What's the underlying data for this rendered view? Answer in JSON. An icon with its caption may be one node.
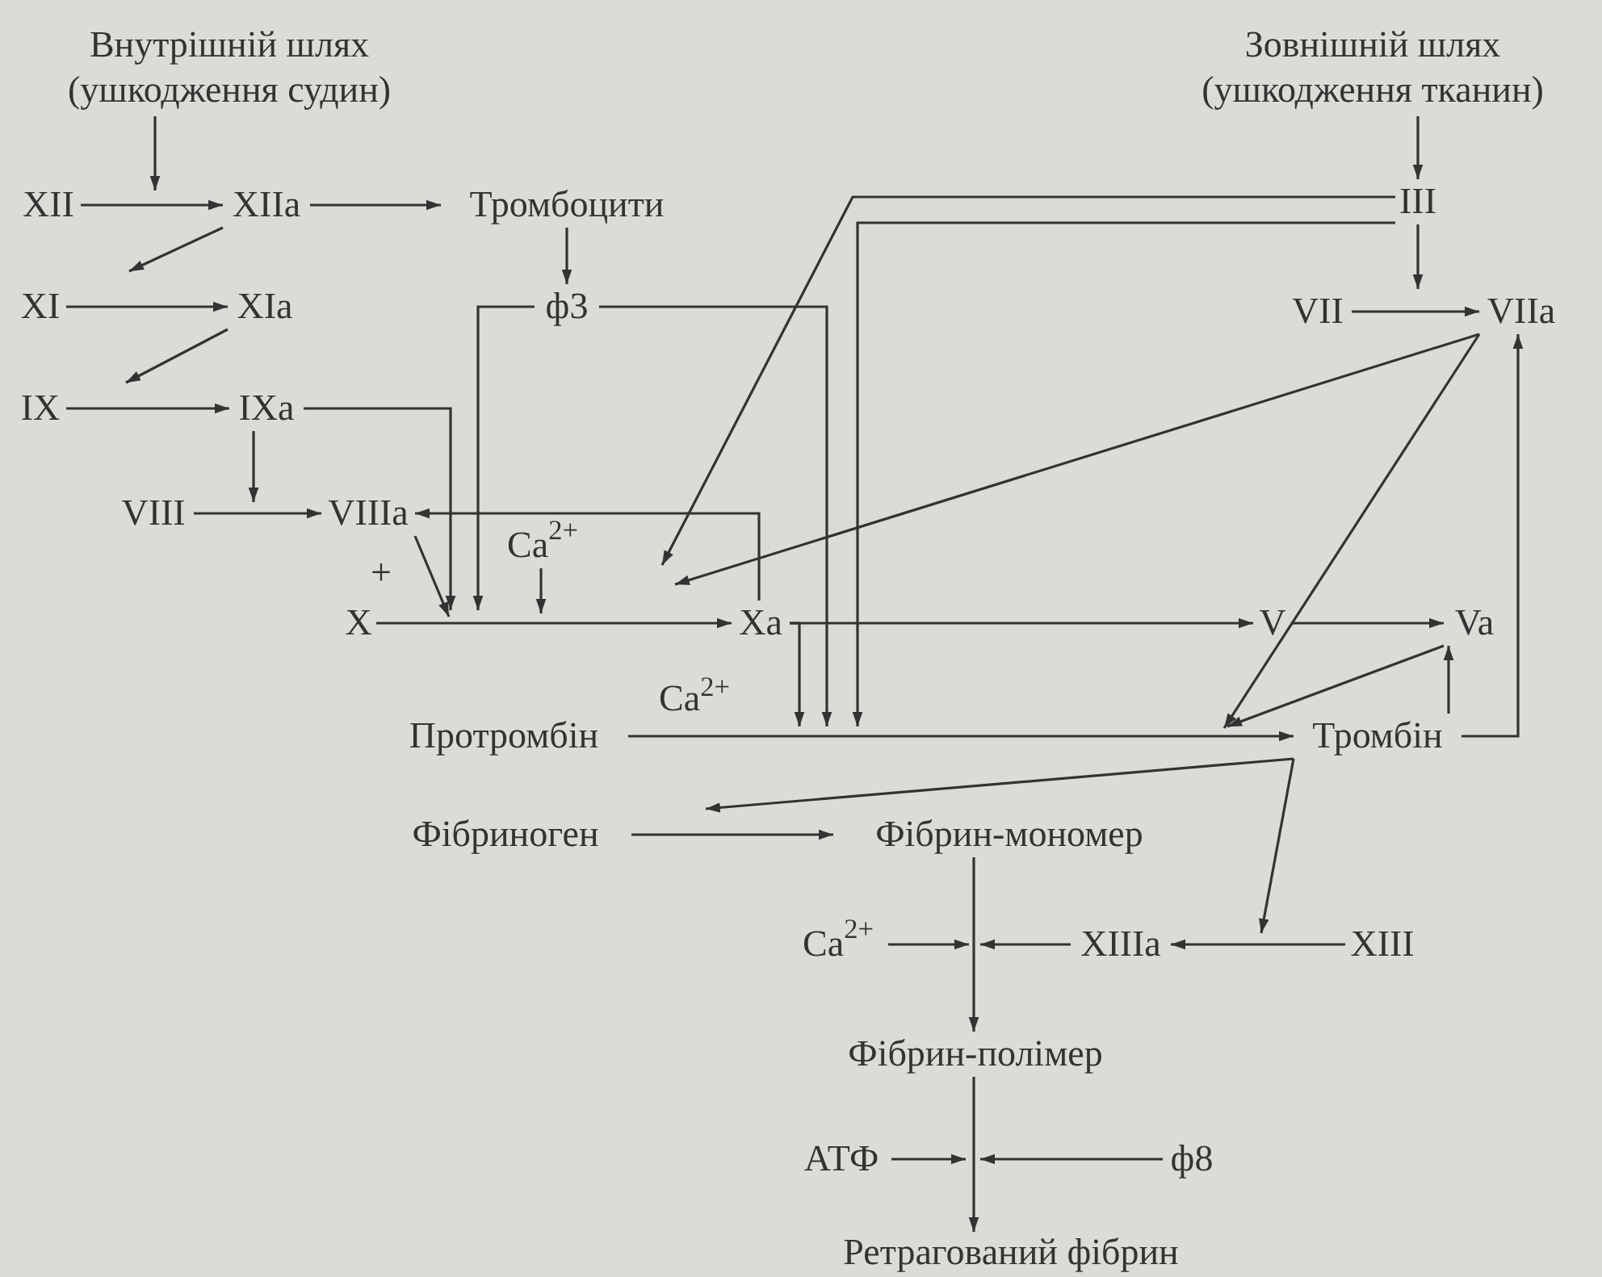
{
  "diagram": {
    "nodes": [
      {
        "text": [
          "Внутрішній шлях (ушкодження судин)"
        ]
      },
      {
        "text": [
          "Зовнішній шлях (ушкодження тканин)"
        ]
      },
      {
        "text": [
          "XII"
        ]
      },
      {
        "text": [
          "XIIa"
        ]
      },
      {
        "text": [
          "Тромбоцити"
        ]
      },
      {
        "text": [
          "III"
        ]
      },
      {
        "text": [
          "XI"
        ]
      },
      {
        "text": [
          "XIa"
        ]
      },
      {
        "text": [
          "ф3"
        ]
      },
      {
        "text": [
          "VII"
        ]
      },
      {
        "text": [
          "VIIa"
        ]
      },
      {
        "text": [
          "IX"
        ]
      },
      {
        "text": [
          "IXa"
        ]
      },
      {
        "text": [
          "VIII"
        ]
      },
      {
        "text": [
          "VIIIa"
        ]
      },
      {
        "text": [
          "Ca$^{2+}$"
        ]
      },
      {
        "text": [
          "X"
        ]
      },
      {
        "text": [
          "Xa"
        ]
      },
      {
        "text": [
          "V"
        ]
      },
      {
        "text": [
          "Va"
        ]
      },
      {
        "text": [
          "Протромбін"
        ]
      },
      {
        "text": [
          "Тромбін"
        ]
      },
      {
        "text": [
          "Фібриноген"
        ]
      },
      {
        "text": [
          "Фібрин-мономер"
        ]
      },
      {
        "text": [
          "Ca$^{2+}$"
        ]
      },
      {
        "text": [
          "XIIIa"
        ]
      },
      {
        "text": [
          "XIII"
        ]
      },
      {
        "text": [
          "Фібрин-полімер"
        ]
      },
      {
        "text": [
          "АТФ"
        ]
      },
      {
        "text": [
          "ф8"
        ]
      },
      {
        "text": [
          "Ретрагований фібрин"
        ]
      }
    ],
    "edges": [
      {
        "from": 0,
        "to": null,
        "arrow": "to"
      },
      {
        "from": 2,
        "to": 3,
        "arrow": "to"
      },
      {
        "from": 3,
        "to": 4,
        "arrow": "to"
      },
      {
        "from": 1,
        "to": 5,
        "arrow": "to"
      },
      {
        "from": 3,
        "to": null,
        "arrow": "to"
      },
      {
        "from": 6,
        "to": 7,
        "arrow": "to"
      },
      {
        "from": 4,
        "to": 8,
        "arrow": "to"
      },
      {
        "from": 5,
        "to": null,
        "arrow": "to"
      },
      {
        "from": 9,
        "to": 10,
        "arrow": "to"
      },
      {
        "from": 7,
        "to": null,
        "arrow": "to"
      },
      {
        "from": 11,
        "to": 12,
        "arrow": "to"
      },
      {
        "from": 8,
        "to": null,
        "arrow": "to"
      },
      {
        "from": 8,
        "to": null,
        "arrow": "to"
      },
      {
        "from": 5,
        "to": null,
        "arrow": "to"
      },
      {
        "from": 5,
        "to": null,
        "arrow": "to"
      },
      {
        "from": 10,
        "to": null,
        "arrow": "to"
      },
      {
        "from": 10,
        "to": null,
        "arrow": "to"
      },
      {
        "from": 12,
        "to": null,
        "arrow": "to"
      },
      {
        "from": 12,
        "to": null,
        "arrow": "to"
      },
      {
        "from": 13,
        "to": 14,
        "arrow": "to"
      },
      {
        "from": 14,
        "to": null,
        "arrow": "to"
      },
      {
        "from": 15,
        "to": null,
        "arrow": "to"
      },
      {
        "from": 16,
        "to": 17,
        "arrow": "to"
      },
      {
        "from": 17,
        "to": 14,
        "arrow": "to"
      },
      {
        "from": 17,
        "to": 18,
        "arrow": "to"
      },
      {
        "from": 17,
        "to": null,
        "arrow": "to"
      },
      {
        "from": 18,
        "to": 19,
        "arrow": "to"
      },
      {
        "from": 21,
        "to": 19,
        "arrow": "to"
      },
      {
        "from": 21,
        "to": 10,
        "arrow": "to"
      },
      {
        "from": 19,
        "to": null,
        "arrow": "to"
      },
      {
        "from": 20,
        "to": 21,
        "arrow": "to"
      },
      {
        "from": 21,
        "to": null,
        "arrow": "to"
      },
      {
        "from": 21,
        "to": null,
        "arrow": "to"
      },
      {
        "from": 22,
        "to": 23,
        "arrow": "to"
      },
      {
        "from": 26,
        "to": 25,
        "arrow": "to"
      },
      {
        "from": 23,
        "to": 27,
        "arrow": "to"
      },
      {
        "from": 24,
        "to": null,
        "arrow": "to"
      },
      {
        "from": 25,
        "to": null,
        "arrow": "to"
      },
      {
        "from": 27,
        "to": 30,
        "arrow": "to"
      },
      {
        "from": 28,
        "to": null,
        "arrow": "to"
      },
      {
        "from": 29,
        "to": null,
        "arrow": "to"
      }
    ],
    "labels": [
      "+",
      "Ca$^{2+}$"
    ]
  }
}
